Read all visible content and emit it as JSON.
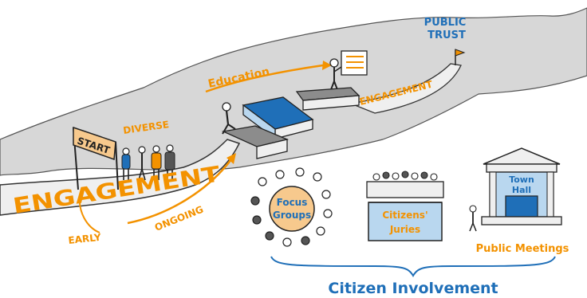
{
  "labels": {
    "public_trust_line1": "PUBLIC",
    "public_trust_line2": "TRUST",
    "education": "Education",
    "engagement_top": "ENGAGEMENT",
    "diverse": "DIVERSE",
    "start": "START",
    "engagement_bottom": "ENGAGEMENT",
    "early": "EARLY",
    "ongoing": "ONGOING",
    "focus_groups_line1": "Focus",
    "focus_groups_line2": "Groups",
    "citizens_juries_line1": "Citizens'",
    "citizens_juries_line2": "Juries",
    "town_hall_line1": "Town",
    "town_hall_line2": "Hall",
    "public_meetings": "Public Meetings",
    "citizen_involvement": "Citizen Involvement"
  },
  "colors": {
    "orange": "#f39200",
    "blue": "#1f6fb8",
    "light_blue": "#b9d7ef",
    "mountain_gray": "#d7d7d7",
    "book_gray": "#8c8c8c",
    "ink": "#222222",
    "peach": "#f7c98d"
  }
}
